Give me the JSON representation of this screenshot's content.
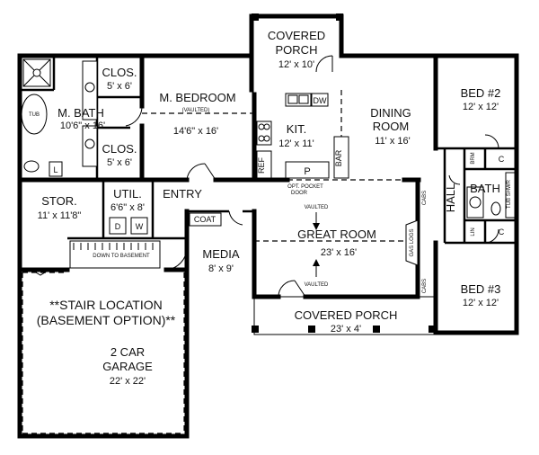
{
  "rooms": {
    "covered_porch_top": {
      "name": "COVERED\nPORCH",
      "line1": "COVERED",
      "line2": "PORCH",
      "dim": "12' x 10'"
    },
    "clos1": {
      "name": "CLOS.",
      "dim": "5' x 6'"
    },
    "clos2": {
      "name": "CLOS.",
      "dim": "5' x 6'"
    },
    "m_bath": {
      "name": "M. BATH",
      "dim": "10'6\" x 16'"
    },
    "m_bedroom": {
      "name": "M. BEDROOM",
      "note": "(VAULTED)",
      "dim": "14'6\" x 16'"
    },
    "kit": {
      "name": "KIT.",
      "dim": "12' x 11'"
    },
    "dining": {
      "line1": "DINING",
      "line2": "ROOM",
      "dim": "11' x 16'"
    },
    "bed2": {
      "name": "BED #2",
      "dim": "12' x 12'"
    },
    "bath": {
      "name": "BATH"
    },
    "hall": {
      "name": "HALL"
    },
    "stor": {
      "name": "STOR.",
      "dim": "11' x 11'8\""
    },
    "util": {
      "name": "UTIL.",
      "dim": "6'6\" x 8'"
    },
    "entry": {
      "name": "ENTRY"
    },
    "coat": {
      "name": "COAT"
    },
    "media": {
      "name": "MEDIA",
      "dim": "8' x 9'"
    },
    "great_room": {
      "name": "GREAT ROOM",
      "dim": "23' x 16'"
    },
    "bed3": {
      "name": "BED #3",
      "dim": "12' x 12'"
    },
    "covered_porch_front": {
      "name": "COVERED PORCH",
      "dim": "23' x 4'"
    },
    "garage": {
      "line1": "2 CAR",
      "line2": "GARAGE",
      "dim": "22' x 22'"
    }
  },
  "labels": {
    "stair_line1": "**STAIR LOCATION",
    "stair_line2": "(BASEMENT OPTION)**",
    "down_to_basement": "DOWN TO BASEMENT",
    "tub": "TUB",
    "dw": "DW",
    "ref": "REF",
    "p": "P",
    "bar": "BAR",
    "opt_pocket_1": "OPT. POCKET",
    "opt_pocket_2": "DOOR",
    "vaulted_top": "VAULTED",
    "vaulted_bottom": "VAULTED",
    "gas_logs": "GAS LOGS",
    "cabs_top": "CABS",
    "cabs_bottom": "CABS",
    "brm": "BRM",
    "lin": "LIN",
    "c_top": "C",
    "c_bottom": "C",
    "tub_shwr": "TUB SHWR",
    "l": "L",
    "d": "D",
    "w": "W"
  }
}
